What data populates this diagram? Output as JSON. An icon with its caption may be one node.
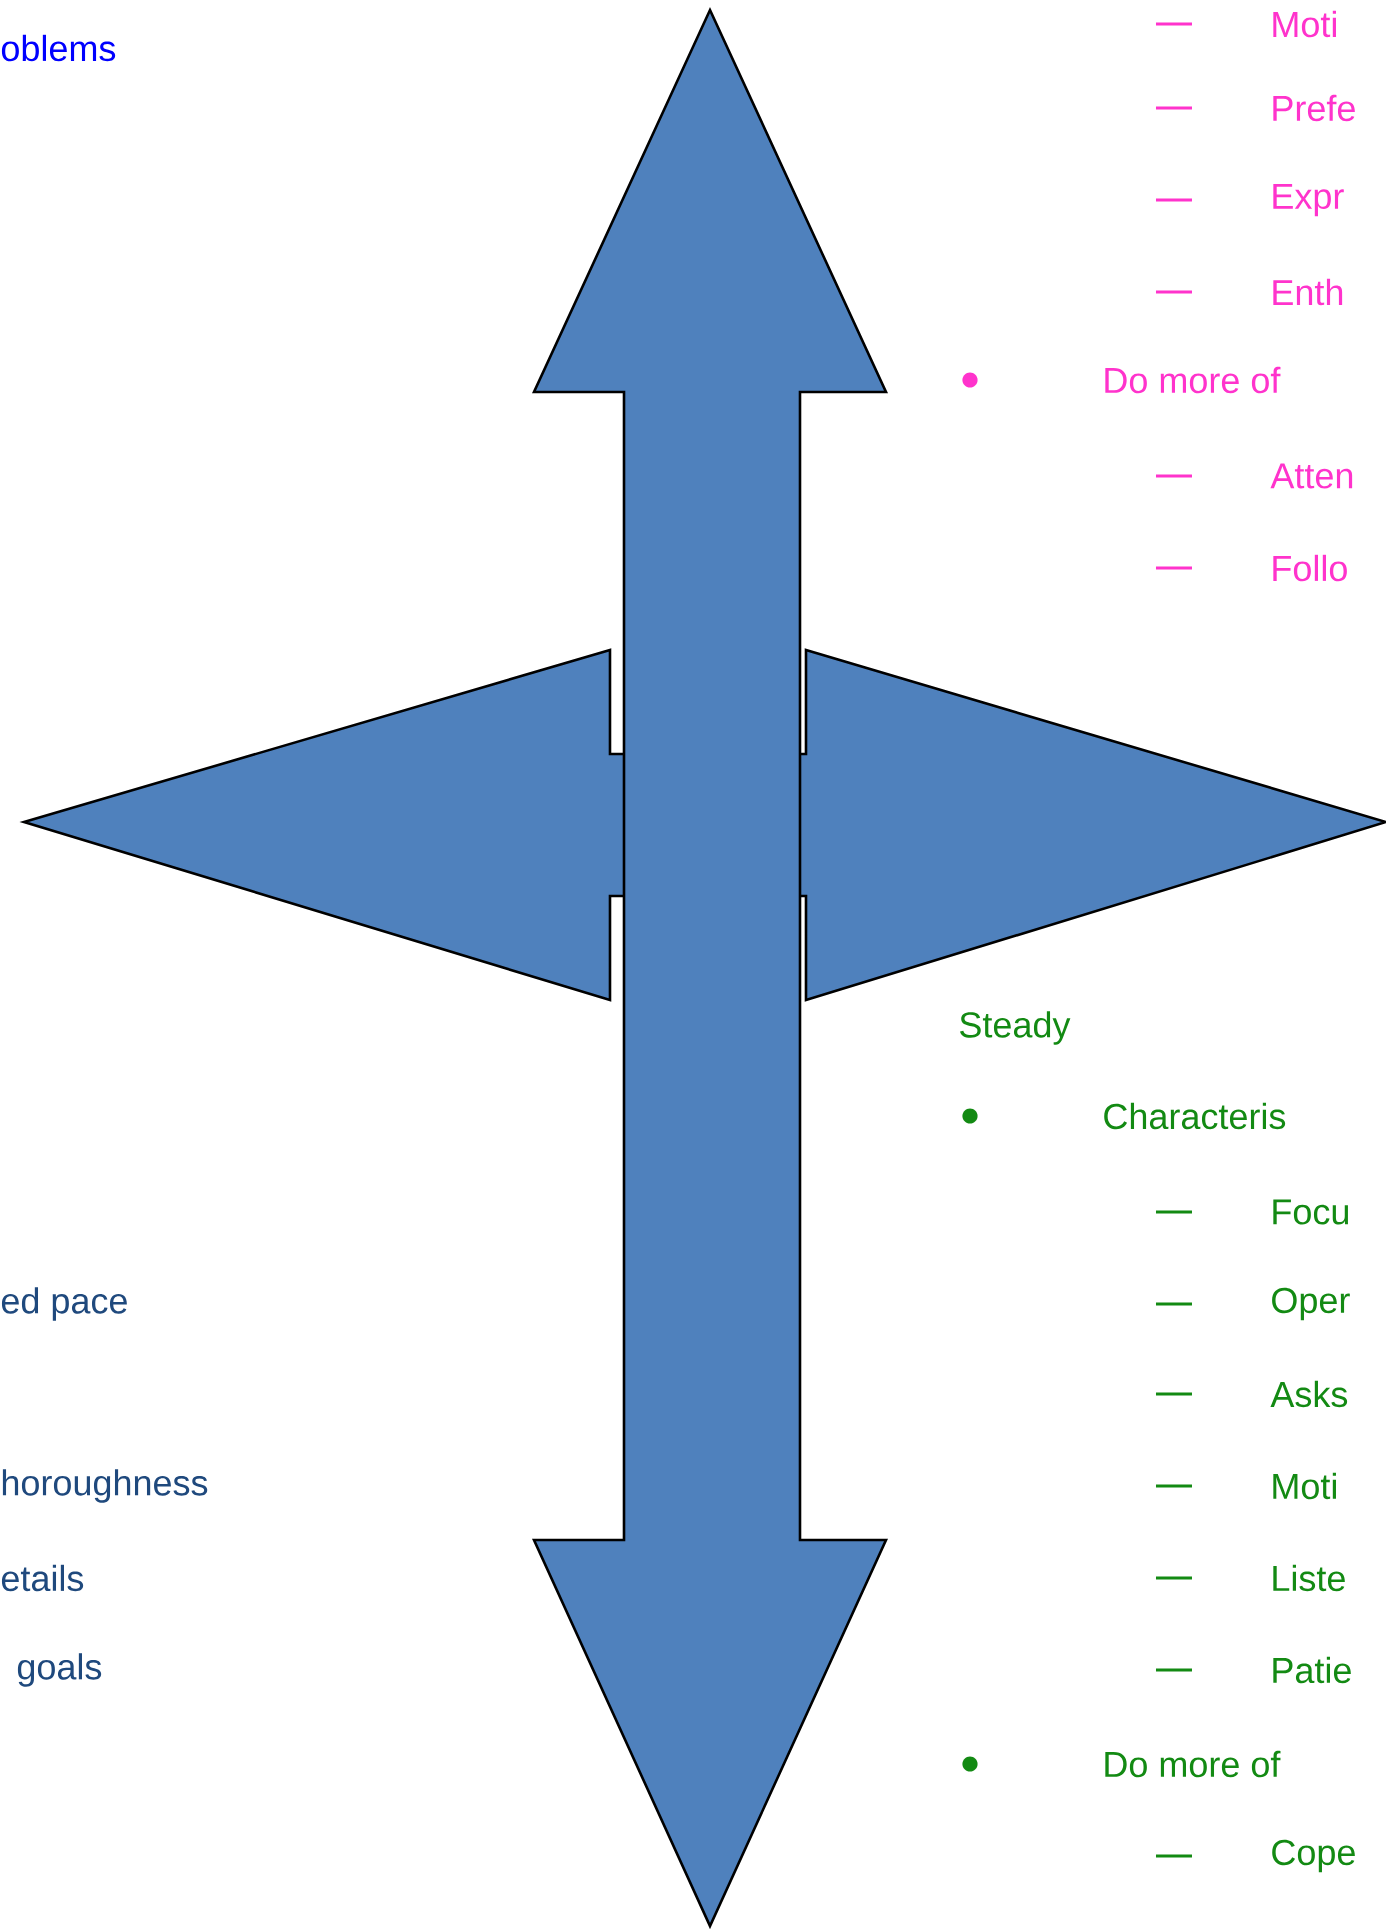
{
  "diagram": {
    "labels": [
      "oblems",
      "Moti",
      "Prefe",
      "Expr",
      "Enth",
      "Do more of",
      "Atten",
      "Follo",
      "Steady",
      "Characteris",
      "Focu",
      "Oper",
      "Asks",
      "ed pace",
      "Moti",
      "horoughness",
      "Liste",
      "etails",
      "Patie",
      "goals",
      "Do more of",
      "Cope"
    ]
  }
}
